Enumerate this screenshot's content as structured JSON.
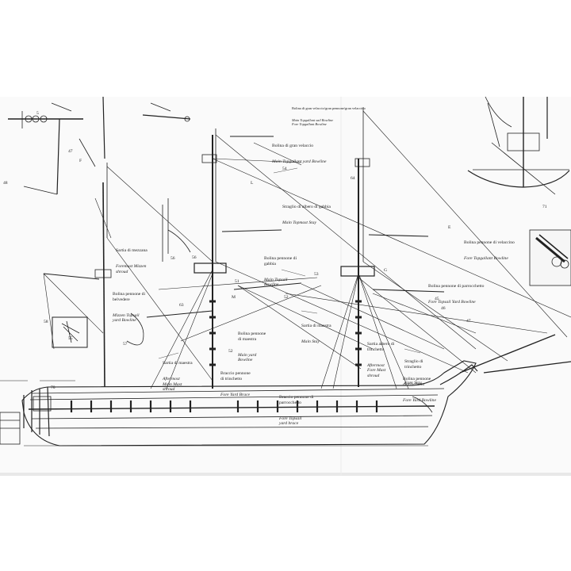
{
  "plan": {
    "labels": {
      "fore_topgallant_bowline": {
        "it": "Bolina di gran velaccio/gran pennone/gran velaccino",
        "en": "Main Topgallant sail Bowline\nFore Topgallant Bowline"
      },
      "main_topgallant_yard_bowline": {
        "it": "Bolina di gran velaccio",
        "en": "Main Topgallant yard Bowline"
      },
      "main_topmast_stay": {
        "it": "Straglio di albero di gabbia",
        "en": "Main Topmast Stay"
      },
      "mizzen_shroud": {
        "it": "Sartia di mezzana",
        "en": "Foremast Mizzen\nshroud"
      },
      "main_topsail_bowline": {
        "it": "Bolina pennone di\ngabbia",
        "en": "Main Topsail\nBowline"
      },
      "mizzen_topsail_bowline": {
        "it": "Bolina pennone di\nbelvedere",
        "en": "Mizzen Topsail\nyard Bowline"
      },
      "fore_topsail_yard_bowline_right": {
        "it": "Bolina pennone di velaccino",
        "en": "Fore Topgallant Bowline"
      },
      "fore_topsail_bowline_mid": {
        "it": "Bolina pennone di parrocchetto",
        "en": "Fore Topsail Yard Bowline"
      },
      "main_stay": {
        "it": "Sartia di maestra",
        "en": "Main Stay"
      },
      "main_yard_bowline": {
        "it": "Bolina pennone\ndi maestra",
        "en": "Main yard\nBowline"
      },
      "foremast_shroud": {
        "it": "Sartia albero di\ntrinchetto",
        "en": "Aftermost\nFore Mast\nshroud"
      },
      "fore_stay": {
        "it": "Straglio di\ntrinchetto",
        "en": "Fore Stay"
      },
      "fore_yard_bowline": {
        "it": "Bolina pennone\ndi trinchetto",
        "en": "Fore Yard Bowline"
      },
      "aftermost_main_shroud": {
        "it": "Sartia di maestra",
        "en": "Aftermost\nMain Mast\nshroud"
      },
      "fore_yard_brace": {
        "it": "Braccio pennone\ndi trinchetto",
        "en": "Fore Yard Brace"
      },
      "fore_topsail_yard_brace": {
        "it": "Braccio pennone di\nparrocchetto",
        "en": "Fore Topsail\nyard brace"
      }
    },
    "numbers": [
      "47",
      "48",
      "F",
      "54",
      "64",
      "56",
      "56",
      "58",
      "55",
      "57",
      "53",
      "52",
      "51",
      "52",
      "63",
      "71",
      "5",
      "45",
      "46",
      "47",
      "70",
      "E",
      "L",
      "G",
      "M"
    ]
  }
}
